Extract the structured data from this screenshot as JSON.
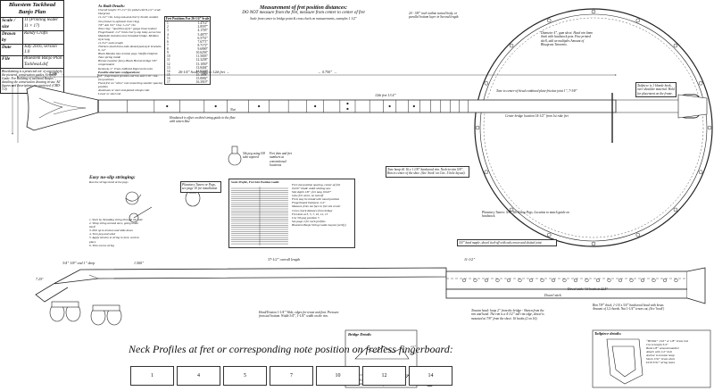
{
  "title_block": {
    "title": "Bluestem Tackhead Banjo Plan",
    "rows": [
      {
        "key": "Scale / size",
        "value": "11 (Printing leader 11 × 17)"
      },
      {
        "key": "Drawn by",
        "value": "Randy Crafts"
      },
      {
        "key": "Date",
        "value": "July 2016, version 1.0"
      },
      {
        "key": "File",
        "value": "Bluestem Banjo Plan Tackhead.dxf"
      }
    ],
    "note": "Blueskinning is a protected vol. of copyright by the pictured, construction guides, Craphill Guide. For Building of tackhead Banjos”, detailing the construction drawing in-use. All figures and descriptions are protected. (CBD-3.0)"
  },
  "build_details": {
    "heading": "As Built Details:",
    "lines": [
      "Overall length: 37-1/2” for pedal with 8-1/2” scale bluegrass",
      "11-1/2” rim, Long oak-and-cherry thumb wooden rim (shown in optional truss ring)",
      "7/8” Ash 3/4” Clay 1-1/4” rim",
      "Tone ring: “quartiles-style” guage brass leather",
      "Fingerboard: 1/4” thick cherry-top inlay-set across",
      "Mandolin stainless tone threaded bridge. Medium style long",
      "11-3/4”-scale length",
      "Thirteen small brass-tube domed pad-style brackets. 6, 14”",
      "Black Mamba tune tension pegs, Shuffle Dolphin Tune spring inside",
      "Bronze Lavalier fancy-Black Hornet-bridge 5/8” compensated",
      "Kentucky 2” Trans LaBraid Paperwork nubs",
      "Possible alternate configurations:",
      "5/8” fingerboard position-narrow and 5/16” slot-fret positions",
      "Fixed fret on “shim” rod connecting smaller spacing position",
      "Aluminum or steel end-plated clamps rods",
      "Lower or steel rod"
    ]
  },
  "fret_table": {
    "heading": "Fret Positions For 26-1/4” Scale",
    "rows": [
      {
        "fret": "1",
        "pos": "1.4712”"
      },
      {
        "fret": "2",
        "pos": "2.8597”"
      },
      {
        "fret": "3",
        "pos": "4.1705”"
      },
      {
        "fret": "4",
        "pos": "5.4075”"
      },
      {
        "fret": "5",
        "pos": "6.5751”"
      },
      {
        "fret": "6",
        "pos": "7.6771”"
      },
      {
        "fret": "7",
        "pos": "8.7172”"
      },
      {
        "fret": "8",
        "pos": "9.6990”"
      },
      {
        "fret": "9",
        "pos": "10.6256”"
      },
      {
        "fret": "10",
        "pos": "11.5003”"
      },
      {
        "fret": "11",
        "pos": "12.3258”"
      },
      {
        "fret": "12",
        "pos": "13.1050”"
      },
      {
        "fret": "13",
        "pos": "13.8404”"
      },
      {
        "fret": "14",
        "pos": "14.5346”"
      },
      {
        "fret": "15",
        "pos": "15.1898”"
      },
      {
        "fret": "16",
        "pos": "15.8082”"
      },
      {
        "fret": "17",
        "pos": "16.3919”"
      }
    ]
  },
  "measurement": {
    "heading": "Measurement of fret position distances:",
    "note": "DO NOT measure from the fret, measure from center to center of fret",
    "sub": "Scale from center to bridge point & cross check on measurements, examples 1 1/2”"
  },
  "top_right_note": "20 - 3/8” inch outline turned body, or parallel bottom layer in Second length.",
  "pot_note": "Diameter 4”, gum sheet. Head rim 6mm thick with headstock pots. Fine printed shell, add on multiples Amount of Bluegrass Tenormix.",
  "tailpiece_note": "Tailpiece is 1 blonde hook, over shoulder material. Hold for placement on the frame.",
  "tone_tube_note": "Tone to center-of-head combined plate-friction joint 1”, 7-3/8”",
  "bridge_center_note": "Center bridge location 14-1/2” from 1st rake fret",
  "fret12_label": "12th fret 13.4”",
  "nut_label": "Nut",
  "dims": {
    "top_left": "← 4.700” →",
    "top_mid": "← 0.750” →",
    "overall": "37-1/2” overall length",
    "neck": "26-1/4” Scale length to 12th fret →",
    "heel_dim": "1.500”",
    "rim_dia": "11-1/2”",
    "dowel": "Dowel stick",
    "headstock_angle": "7.25°",
    "neck_side_left": "3/4” 3/8” end 1” deep"
  },
  "fret_dots_note": "Fret dots and fret numbers at conventional locations",
  "headstock_note": "Headstock is offset on third string guide to the flute with sotten blue",
  "peg_note": "5th peg using 5/8 tube tapered",
  "peghead_note": "Planetary Tuners: 5/8” 5th String Pegs. Location to match guide on headstock.",
  "dowel_callout": "3/4” hard maple, dowel tied-off with oak crown and slotted joint",
  "rim_callout": "Tone hoop #1 16 x 1 1/8” hardwood rim. Neck-to-rim 5/8”, Rim to center of the shoe. (See 'hook' on Circ. 5 hole layout).",
  "dowel_side_callout": "Rim 7/8” thick, 1-1/4 x 3/4” hardwood bead with brass Amount of 12 chords. Nut 1-1/4” tenon cut, (See 'hook')",
  "stringing": {
    "heading": "Easy no-slip stringing:",
    "subhead": "Run the strings bend at the pegs",
    "steps": [
      "1. Start by threading string through the hole",
      "2. Wrap string around once, going under itself",
      "3. Pull up to tension and slide down",
      "4. Turn peg and wind",
      "5. Apply tension to string to lock, work in place",
      "6. Trim excess string"
    ]
  },
  "peg_box_note": "Planetary Tuners or Pegs, see page 10 for installation",
  "scale_box": {
    "heading": "Scale Profile, Fret Slot Position Guide",
    "lines": [
      "Fret slot position spacing, center-of-fret",
      "0.029” blade width slotting saw",
      "Slot depth 1/8”, fret tang 0.020”",
      "Glue fret wires, no tail-off",
      "Frets may be inlaid with tuned position",
      "Fingerboard thickness 1/4”",
      "Measure from nut face to fret slot center",
      "Cross check distance from bridge",
      "Fret dots at 3, 5, 7, 10, 12, 15",
      "Use 5th peg position 5",
      "See page 2 for neck profiles",
      "Bluestem Banjo String Guide Layout (verify)"
    ]
  },
  "bottom_mid_note": "Head/Tension 1-1/4” Wide, edges for tenon and foot. Pressure from tail bottom. Width 3/4”, 1-1/4” width on the rim.",
  "bottom_center_note": "Tension head: hoop 2” from the bridge - Shown from the rim and head. The rim is a 4-1/2” tall rim edge, dowel is mounted at 7/8” from the sheet. 16 hooks (2 on 16).",
  "rim_hole_label": "Dowel stick / 16 hooks at 22.5°",
  "bridge_details": {
    "heading": "Bridge Details",
    "labels": [
      "1/2”",
      "3/8”",
      "Maple 5/8” tall",
      "Ebony top"
    ]
  },
  "tailpiece_details": {
    "heading": "Tailpiece details:",
    "lines": [
      "“HOOK” 1/16” or 1/8” brass rod",
      "Cut to length 3/4”",
      "Bend 1/8” around mandrel",
      "Attach with 1/4” bolt",
      "Anchor to tension hoop",
      "Stock 1/32” brass sheet",
      "Drill 3/32” string holes"
    ]
  },
  "neck_profiles": {
    "heading": "Neck Profiles at fret or corresponding note position on fretless fingerboard:",
    "positions": [
      "1",
      "4",
      "5",
      "7",
      "10",
      "12",
      "14"
    ]
  }
}
